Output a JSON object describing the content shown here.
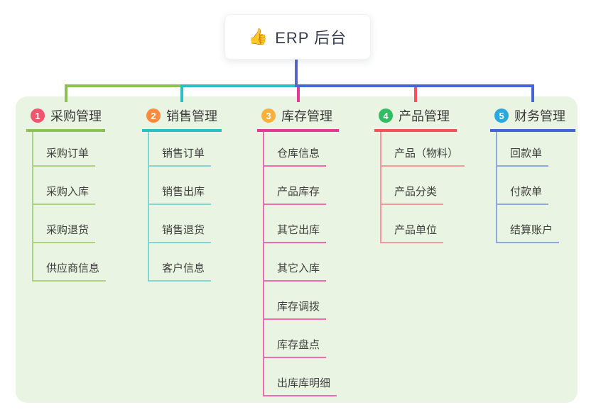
{
  "root": {
    "icon": "👍",
    "title": "ERP 后台",
    "icon_name": "thumbs-up-icon"
  },
  "colors": {
    "stem_blue": "#5a65c7",
    "panel_background": "#e9f5e2",
    "card_background": "#ffffff",
    "text_dark": "#3a3a3a"
  },
  "branches": [
    {
      "num": "1",
      "label": "采购管理",
      "badge_color": "#f2536d",
      "line_color": "#8cc153",
      "child_line_color": "#acd47e",
      "children": [
        "采购订单",
        "采购入库",
        "采购退货",
        "供应商信息"
      ]
    },
    {
      "num": "2",
      "label": "销售管理",
      "badge_color": "#fb8c3f",
      "line_color": "#2abfc4",
      "child_line_color": "#83d6d2",
      "children": [
        "销售订单",
        "销售出库",
        "销售退货",
        "客户信息"
      ]
    },
    {
      "num": "3",
      "label": "库存管理",
      "badge_color": "#fbb03b",
      "line_color": "#e43a96",
      "child_line_color": "#f169ae",
      "children": [
        "仓库信息",
        "产品库存",
        "其它出库",
        "其它入库",
        "库存调拨",
        "库存盘点",
        "出库库明细"
      ]
    },
    {
      "num": "4",
      "label": "产品管理",
      "badge_color": "#31bd64",
      "line_color": "#f8505c",
      "child_line_color": "#f9989b",
      "children": [
        "产品（物料）",
        "产品分类",
        "产品单位"
      ]
    },
    {
      "num": "5",
      "label": "财务管理",
      "badge_color": "#29a9e0",
      "line_color": "#4365d9",
      "child_line_color": "#8fa7e3",
      "children": [
        "回款单",
        "付款单",
        "结算账户"
      ]
    }
  ]
}
